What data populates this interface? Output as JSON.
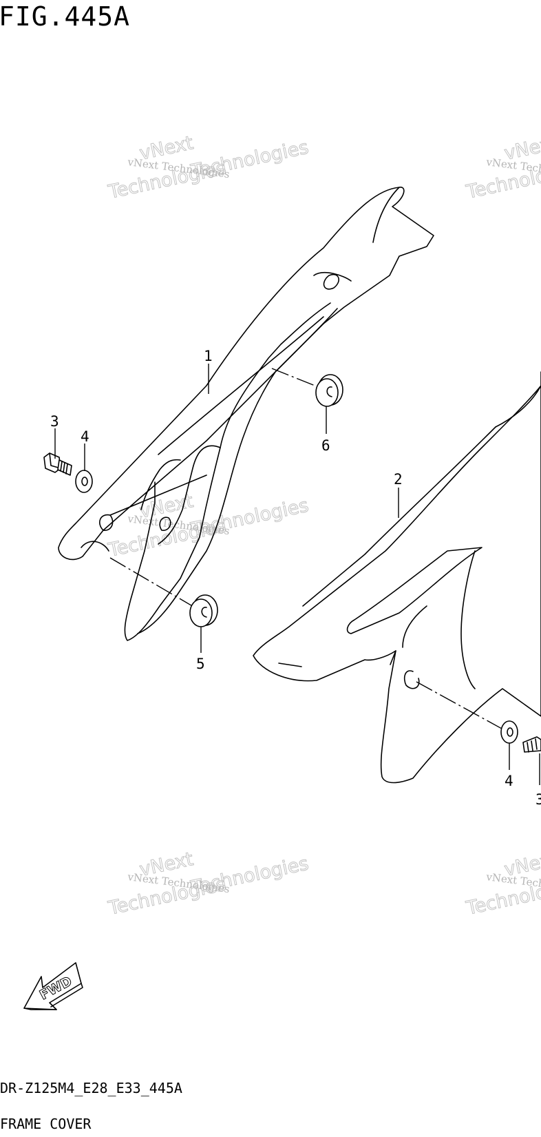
{
  "figure": {
    "title": "FIG.445A",
    "code": "DR-Z125M4_E28_E33_445A",
    "name": "FRAME COVER"
  },
  "callouts": [
    "1",
    "2",
    "3",
    "4",
    "5",
    "6",
    "4",
    "3"
  ],
  "watermark": {
    "line1": "vNext Technologies",
    "line2": "Technologies",
    "line3": "vNext"
  },
  "fwd_label": "FWD"
}
